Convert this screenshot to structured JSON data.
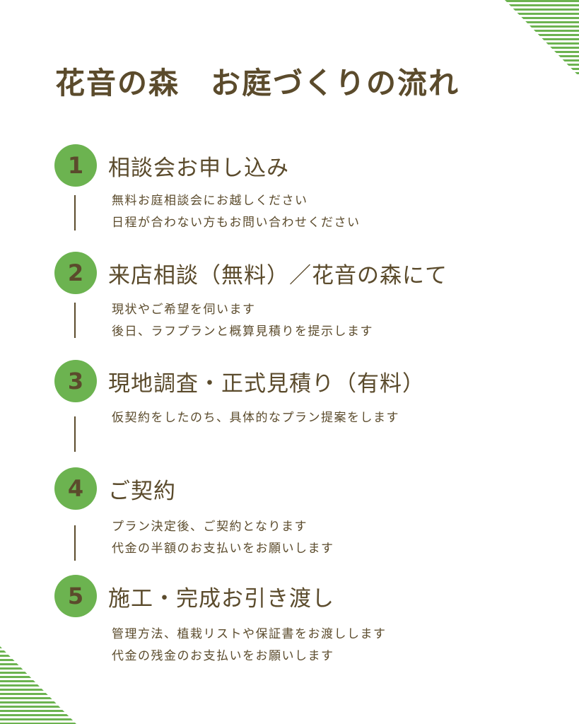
{
  "title": "花音の森　お庭づくりの流れ",
  "colors": {
    "accent": "#6cb350",
    "text": "#5b4b2c"
  },
  "steps": [
    {
      "number": "1",
      "title": "相談会お申し込み",
      "lines": [
        "無料お庭相談会にお越しください",
        "日程が合わない方もお問い合わせください"
      ]
    },
    {
      "number": "2",
      "title": "来店相談（無料）／花音の森にて",
      "lines": [
        "現状やご希望を伺います",
        "後日、ラフプランと概算見積りを提示します"
      ]
    },
    {
      "number": "3",
      "title": "現地調査・正式見積り（有料）",
      "lines": [
        "仮契約をしたのち、具体的なプラン提案をします"
      ]
    },
    {
      "number": "4",
      "title": "ご契約",
      "lines": [
        "プラン決定後、ご契約となります",
        "代金の半額のお支払いをお願いします"
      ]
    },
    {
      "number": "5",
      "title": "施工・完成お引き渡し",
      "lines": [
        "管理方法、植栽リストや保証書をお渡しします",
        "代金の残金のお支払いをお願いします"
      ]
    }
  ]
}
